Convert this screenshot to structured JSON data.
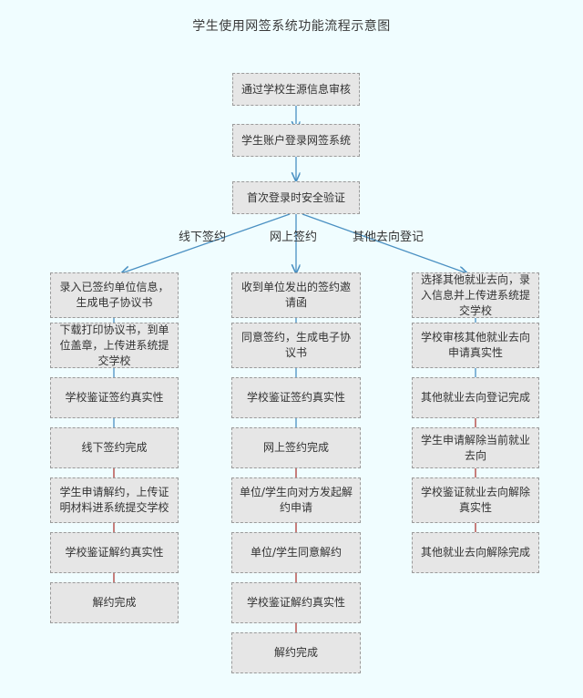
{
  "diagram": {
    "title": "学生使用网签系统功能流程示意图",
    "type": "flowchart",
    "colors": {
      "background": "#f0fdff",
      "node_fill": "#e6e6e6",
      "node_border": "#9a9a9a",
      "arrow_blue": "#4a90c2",
      "arrow_red": "#b03a35",
      "text": "#333333"
    },
    "trunk": [
      {
        "id": "t1",
        "label": "通过学校生源信息审核"
      },
      {
        "id": "t2",
        "label": "学生账户登录网签系统"
      },
      {
        "id": "t3",
        "label": "首次登录时安全验证"
      }
    ],
    "branch_labels": [
      {
        "id": "b-left",
        "label": "线下签约"
      },
      {
        "id": "b-mid",
        "label": "网上签约"
      },
      {
        "id": "b-right",
        "label": "其他去向登记"
      }
    ],
    "columns": [
      {
        "id": "col-offline",
        "name": "线下签约",
        "nodes": [
          {
            "id": "l1",
            "label": "录入已签约单位信息，生成电子协议书"
          },
          {
            "id": "l2",
            "label": "下载打印协议书，到单位盖章，上传进系统提交学校"
          },
          {
            "id": "l3",
            "label": "学校鉴证签约真实性"
          },
          {
            "id": "l4",
            "label": "线下签约完成"
          },
          {
            "id": "l5",
            "label": "学生申请解约，上传证明材料进系统提交学校"
          },
          {
            "id": "l6",
            "label": "学校鉴证解约真实性"
          },
          {
            "id": "l7",
            "label": "解约完成"
          }
        ]
      },
      {
        "id": "col-online",
        "name": "网上签约",
        "nodes": [
          {
            "id": "m1",
            "label": "收到单位发出的签约邀请函"
          },
          {
            "id": "m2",
            "label": "同意签约，生成电子协议书"
          },
          {
            "id": "m3",
            "label": "学校鉴证签约真实性"
          },
          {
            "id": "m4",
            "label": "网上签约完成"
          },
          {
            "id": "m5",
            "label": "单位/学生向对方发起解约申请"
          },
          {
            "id": "m6",
            "label": "单位/学生同意解约"
          },
          {
            "id": "m7",
            "label": "学校鉴证解约真实性"
          },
          {
            "id": "m8",
            "label": "解约完成"
          }
        ]
      },
      {
        "id": "col-other",
        "name": "其他去向登记",
        "nodes": [
          {
            "id": "r1",
            "label": "选择其他就业去向，录入信息并上传进系统提交学校"
          },
          {
            "id": "r2",
            "label": "学校审核其他就业去向申请真实性"
          },
          {
            "id": "r3",
            "label": "其他就业去向登记完成"
          },
          {
            "id": "r4",
            "label": "学生申请解除当前就业去向"
          },
          {
            "id": "r5",
            "label": "学校鉴证就业去向解除真实性"
          },
          {
            "id": "r6",
            "label": "其他就业去向解除完成"
          }
        ]
      }
    ]
  }
}
